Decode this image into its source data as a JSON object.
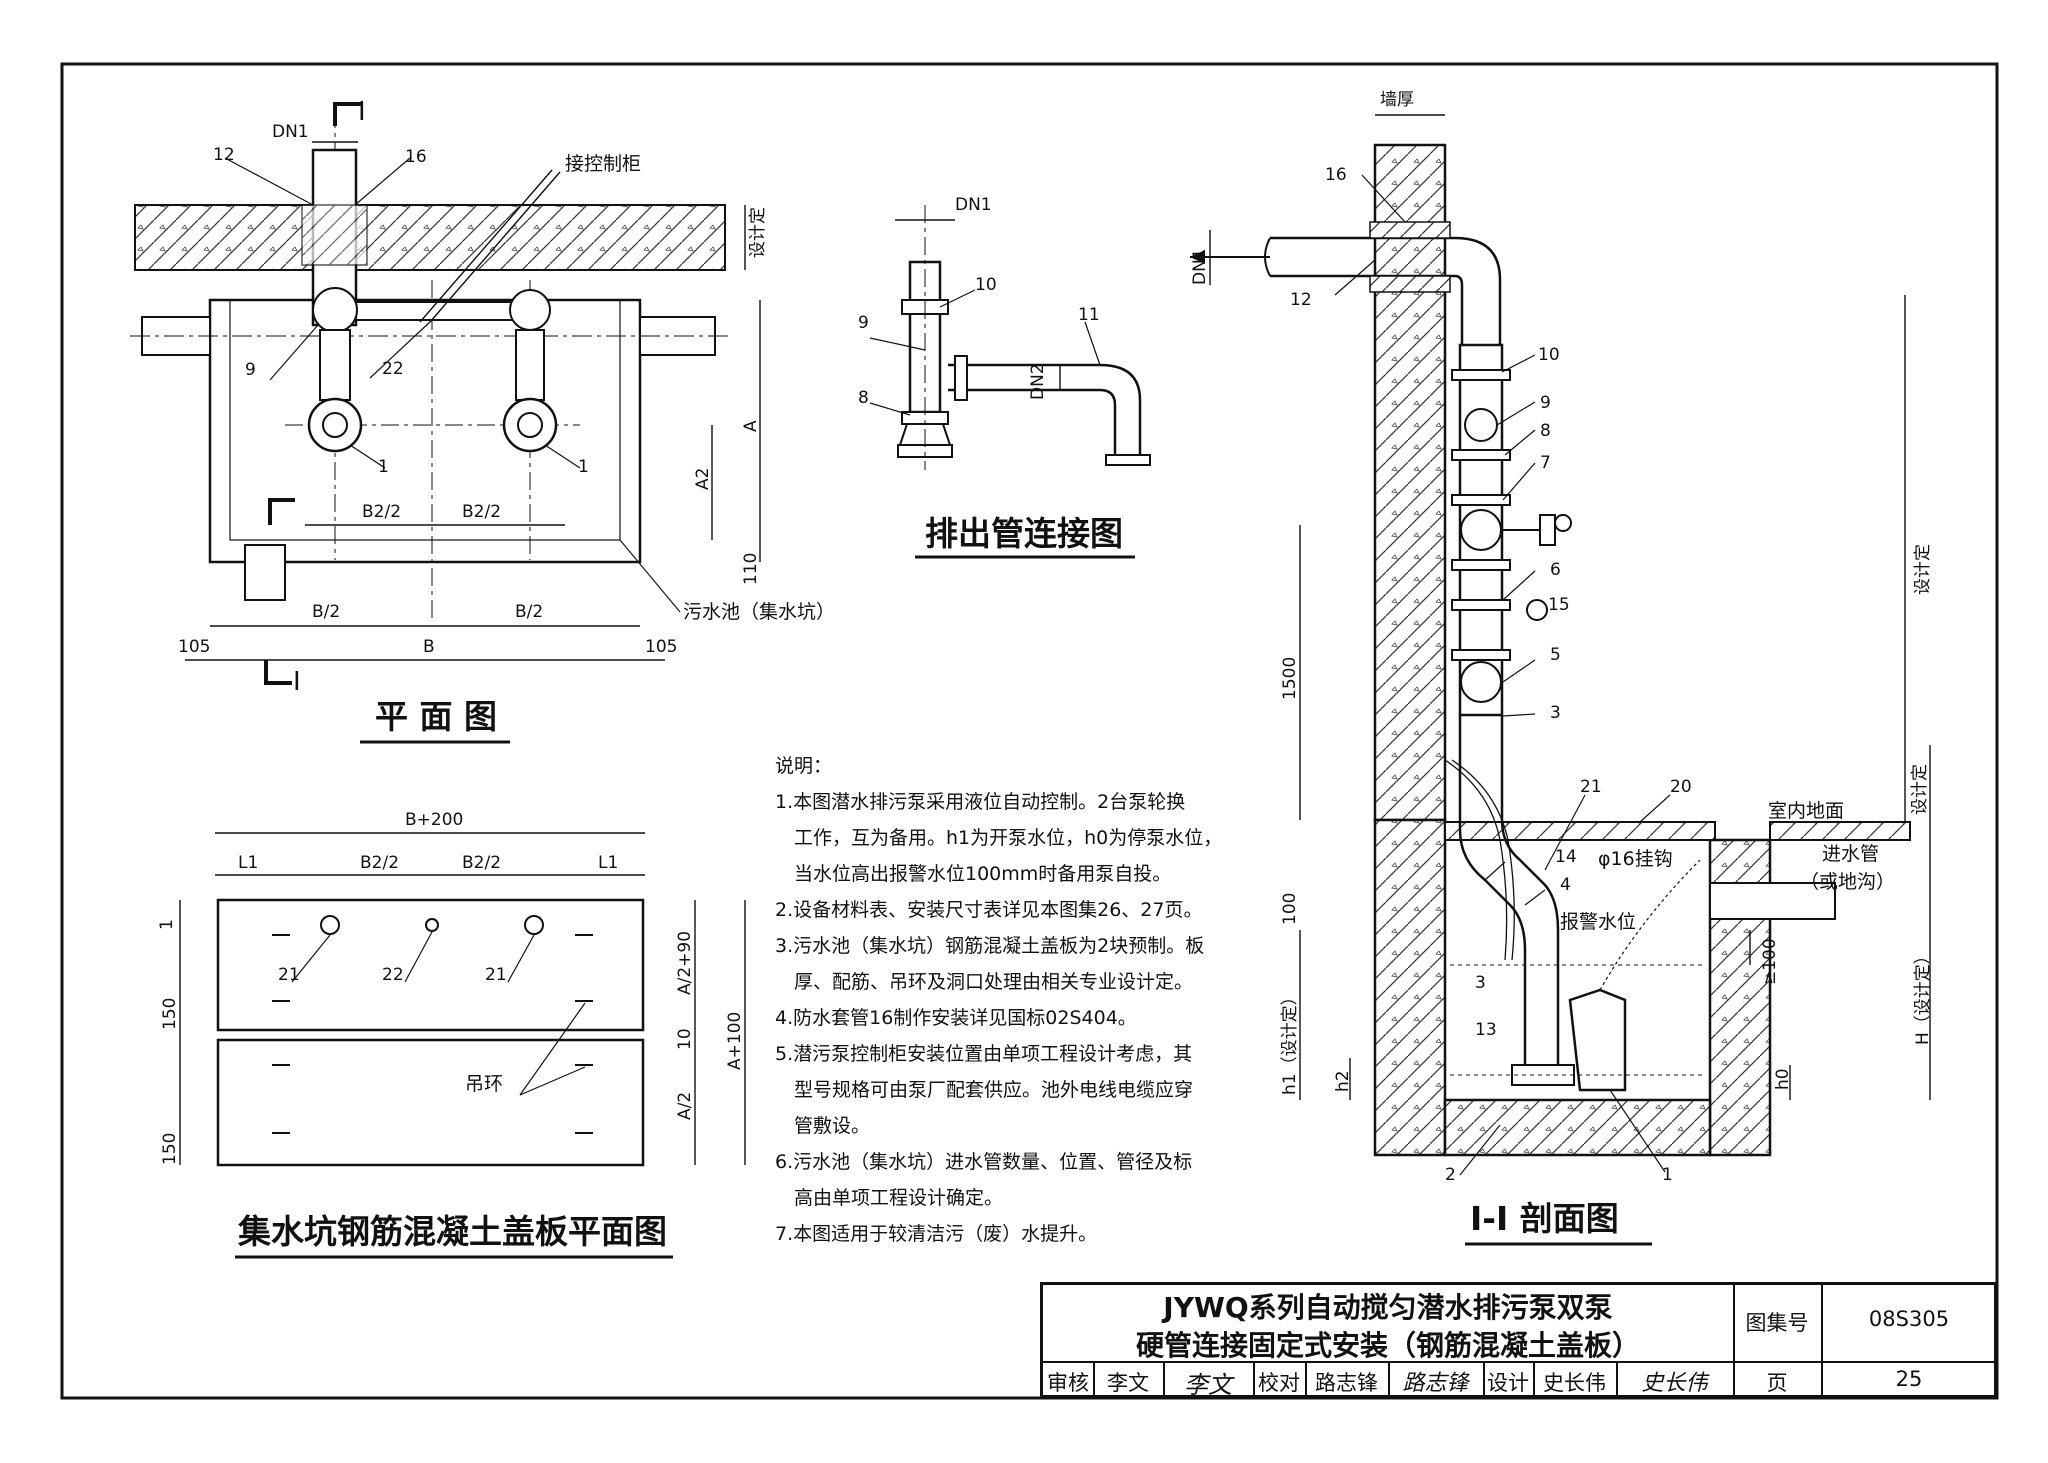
{
  "plan": {
    "title": "平 面 图",
    "section_mark": "I",
    "labels": {
      "dn1": "DN1",
      "n12": "12",
      "n16": "16",
      "control_cabinet": "接控制柜",
      "design_set": "设计定",
      "n9": "9",
      "n22": "22",
      "n1a": "1",
      "n1b": "1",
      "a": "A",
      "a2": "A2",
      "b2_2a": "B2/2",
      "b2_2b": "B2/2",
      "b_2a": "B/2",
      "b_2b": "B/2",
      "b": "B",
      "d105a": "105",
      "d105b": "105",
      "d110": "110",
      "pit": "污水池（集水坑）"
    }
  },
  "discharge": {
    "title": "排出管连接图",
    "labels": {
      "dn1": "DN1",
      "dn2": "DN2",
      "n8": "8",
      "n9": "9",
      "n10": "10",
      "n11": "11"
    }
  },
  "cover": {
    "title": "集水坑钢筋混凝土盖板平面图",
    "labels": {
      "b200": "B+200",
      "l1a": "L1",
      "l1b": "L1",
      "b2_2a": "B2/2",
      "b2_2b": "B2/2",
      "n21a": "21",
      "n22": "22",
      "n21b": "21",
      "d150a": "150",
      "d150b": "150",
      "d10": "10",
      "a2_90": "A/2+90",
      "a100": "A+100",
      "a_2": "A/2",
      "ring": "吊环",
      "one": "1"
    }
  },
  "section": {
    "title": "I-I 剖面图",
    "labels": {
      "wall": "墙厚",
      "n16": "16",
      "dn1": "DN1",
      "n12": "12",
      "n10": "10",
      "n9": "9",
      "n8": "8",
      "n7": "7",
      "n6": "6",
      "n15": "15",
      "n5": "5",
      "n3": "3",
      "d1500": "1500",
      "design_set": "设计定",
      "n21": "21",
      "n20": "20",
      "floor": "室内地面",
      "design_set2": "设计定",
      "n14": "14",
      "hook": "φ16挂钩",
      "n4": "4",
      "inlet1": "进水管",
      "inlet2": "（或地沟）",
      "d100": "100",
      "alarm": "报警水位",
      "ge100": "≥100",
      "h_design": "H（设计定）",
      "h1": "h1（设计定）",
      "n3b": "3",
      "n13": "13",
      "h2": "h2",
      "h0": "h0",
      "n2": "2",
      "n1": "1"
    }
  },
  "notes": {
    "heading": "说明：",
    "items": [
      "1.本图潜水排污泵采用液位自动控制。2台泵轮换",
      "　工作，互为备用。h1为开泵水位，h0为停泵水位，",
      "　当水位高出报警水位100mm时备用泵自投。",
      "2.设备材料表、安装尺寸表详见本图集26、27页。",
      "3.污水池（集水坑）钢筋混凝土盖板为2块预制。板",
      "　厚、配筋、吊环及洞口处理由相关专业设计定。",
      "4.防水套管16制作安装详见国标02S404。",
      "5.潜污泵控制柜安装位置由单项工程设计考虑，其",
      "　型号规格可由泵厂配套供应。池外电线电缆应穿",
      "　管敷设。",
      "6.污水池（集水坑）进水管数量、位置、管径及标",
      "　高由单项工程设计确定。",
      "7.本图适用于较清洁污（废）水提升。"
    ]
  },
  "title_block": {
    "title_line1": "JYWQ系列自动搅匀潜水排污泵双泵",
    "title_line2": "硬管连接固定式安装（钢筋混凝土盖板）",
    "atlas_label": "图集号",
    "atlas_no": "08S305",
    "review_label": "审核",
    "reviewer": "李文",
    "reviewer_signature": "李文",
    "check_label": "校对",
    "checker": "路志锋",
    "checker_signature": "路志锋",
    "design_label": "设计",
    "designer": "史长伟",
    "designer_signature": "史长伟",
    "page_label": "页",
    "page_no": "25"
  }
}
